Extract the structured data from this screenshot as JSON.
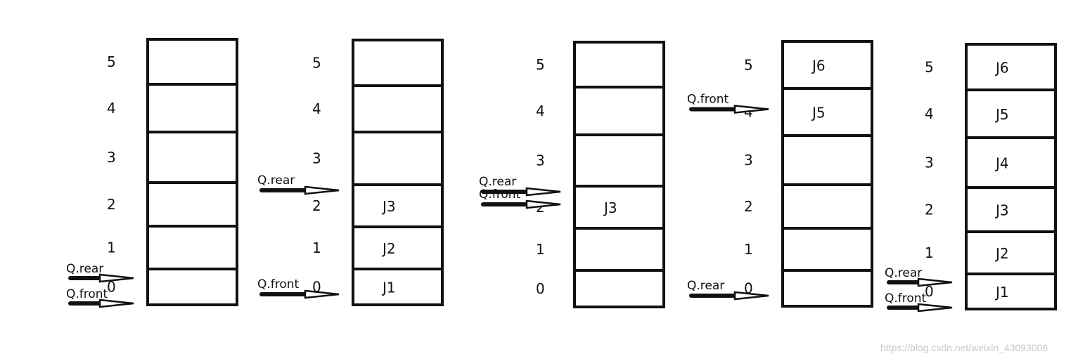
{
  "diagram": {
    "index_labels": [
      "0",
      "1",
      "2",
      "3",
      "4",
      "5"
    ],
    "pointer_names": {
      "front": "Q.front",
      "rear": "Q.rear"
    },
    "states": [
      {
        "cells": [
          "",
          "",
          "",
          "",
          "",
          ""
        ],
        "front_at": 0,
        "rear_at": 0
      },
      {
        "cells": [
          "J1",
          "J2",
          "J3",
          "",
          "",
          ""
        ],
        "front_at": 0,
        "rear_at": 3
      },
      {
        "cells": [
          "",
          "",
          "J3",
          "",
          "",
          ""
        ],
        "front_at": 2,
        "rear_at": 3
      },
      {
        "cells": [
          "",
          "",
          "",
          "",
          "J5",
          "J6"
        ],
        "front_at": 4,
        "rear_at": 0
      },
      {
        "cells": [
          "J1",
          "J2",
          "J3",
          "J4",
          "J5",
          "J6"
        ],
        "front_at": 0,
        "rear_at": 0
      }
    ]
  },
  "watermark": "https://blog.csdn.net/weixin_43093006"
}
